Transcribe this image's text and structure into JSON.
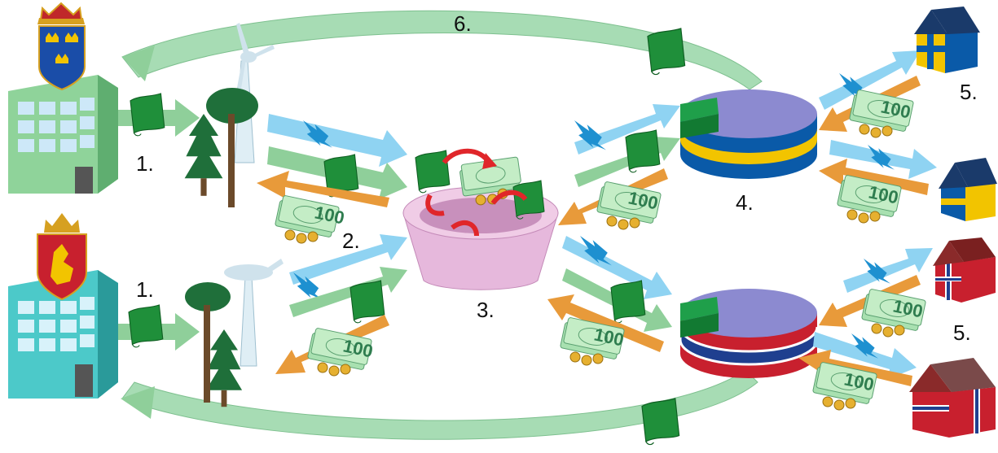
{
  "labels": {
    "step1_top": "1.",
    "step1_bottom": "1.",
    "step2": "2.",
    "step3": "3.",
    "step4": "4.",
    "step5_top": "5.",
    "step5_bottom": "5.",
    "step6": "6."
  },
  "banknote_value": "100",
  "colors": {
    "certificate_green": "#1f8f3a",
    "flow_green": "#8fcf9a",
    "money_orange": "#e89a3a",
    "power_blue": "#8fd3f2",
    "exchange_pink": "#e6b8dc",
    "pie_purple": "#8c8ad0",
    "sweden_blue": "#0a5aa8",
    "sweden_yellow": "#f2c400",
    "norway_red": "#c8202e",
    "norway_blue": "#1f3f8f",
    "building_green": "#8fd39a",
    "building_teal": "#4cc9c9"
  },
  "icons": [
    "sweden-coat-of-arms-icon",
    "norway-coat-of-arms-icon",
    "government-building-icon",
    "wind-turbine-icon",
    "forest-trees-icon",
    "certificate-document-icon",
    "banknote-stack-icon",
    "lightning-bolt-icon",
    "market-bowl-icon",
    "pie-chart-icon",
    "house-icon"
  ]
}
